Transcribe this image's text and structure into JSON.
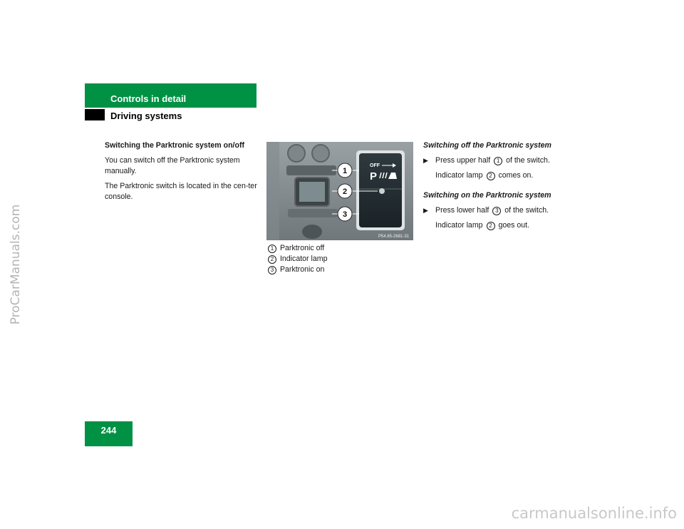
{
  "watermark_side": "ProCarManuals.com",
  "watermark_footer": "carmanualsonline.info",
  "header": {
    "title": "Controls in detail",
    "subtitle": "Driving systems"
  },
  "page_number": "244",
  "left_column": {
    "heading": "Switching the Parktronic system on/off",
    "para1": "You can switch off the Parktronic system manually.",
    "para2": "The Parktronic switch is located in the cen-ter console."
  },
  "figure": {
    "callouts": [
      "1",
      "2",
      "3"
    ],
    "switch_label_off": "OFF",
    "switch_symbol": "P",
    "image_code": "P54.65-2681-31"
  },
  "legend": [
    {
      "num": "1",
      "text": "Parktronic off"
    },
    {
      "num": "2",
      "text": "Indicator lamp"
    },
    {
      "num": "3",
      "text": "Parktronic on"
    }
  ],
  "right_column": {
    "off_heading": "Switching off the Parktronic system",
    "off_step_pre": "Press upper half",
    "off_step_num": "1",
    "off_step_post": "of the switch.",
    "off_result_pre": "Indicator lamp",
    "off_result_num": "2",
    "off_result_post": "comes on.",
    "on_heading": "Switching on the Parktronic system",
    "on_step_pre": "Press lower half",
    "on_step_num": "3",
    "on_step_post": "of the switch.",
    "on_result_pre": "Indicator lamp",
    "on_result_num": "2",
    "on_result_post": "goes out."
  }
}
